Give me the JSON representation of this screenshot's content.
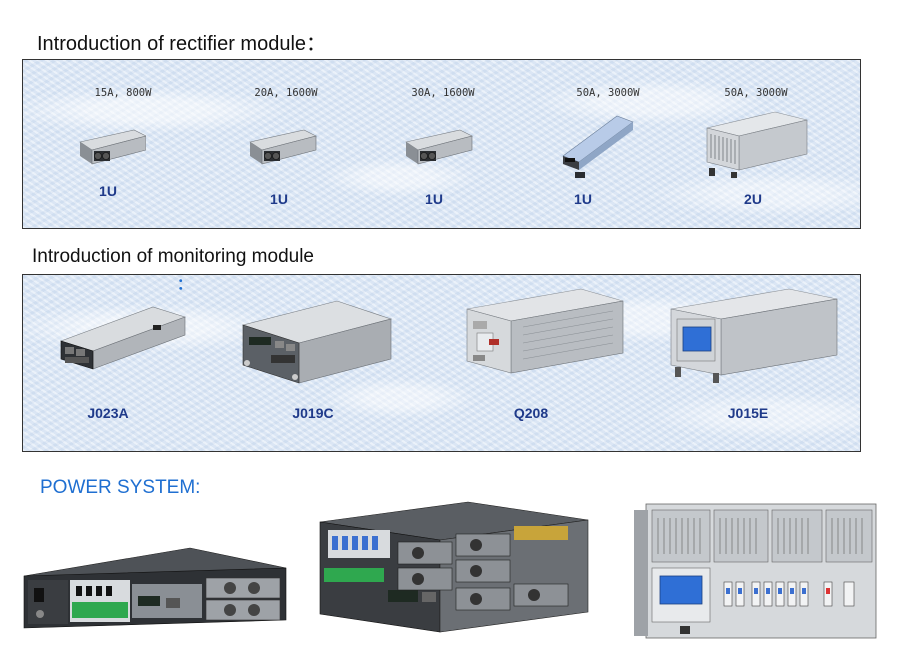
{
  "rectifier": {
    "title": "Introduction of rectifier module：",
    "modules": [
      {
        "spec": "15A, 800W",
        "size": "1U"
      },
      {
        "spec": "20A, 1600W",
        "size": "1U"
      },
      {
        "spec": "30A, 1600W",
        "size": "1U"
      },
      {
        "spec": "50A, 3000W",
        "size": "1U"
      },
      {
        "spec": "50A, 3000W",
        "size": "2U"
      }
    ]
  },
  "monitoring": {
    "title": "Introduction of monitoring module",
    "colon": "：",
    "modules": [
      {
        "model": "J023A"
      },
      {
        "model": "J019C"
      },
      {
        "model": "Q208"
      },
      {
        "model": "J015E"
      }
    ]
  },
  "power_system": {
    "title": "POWER SYSTEM:"
  },
  "colors": {
    "heading_text": "#111111",
    "model_label": "#1f3a8a",
    "power_system_title": "#1f6fd1",
    "panel_background": "#dfe9f6",
    "panel_border": "#333333"
  }
}
